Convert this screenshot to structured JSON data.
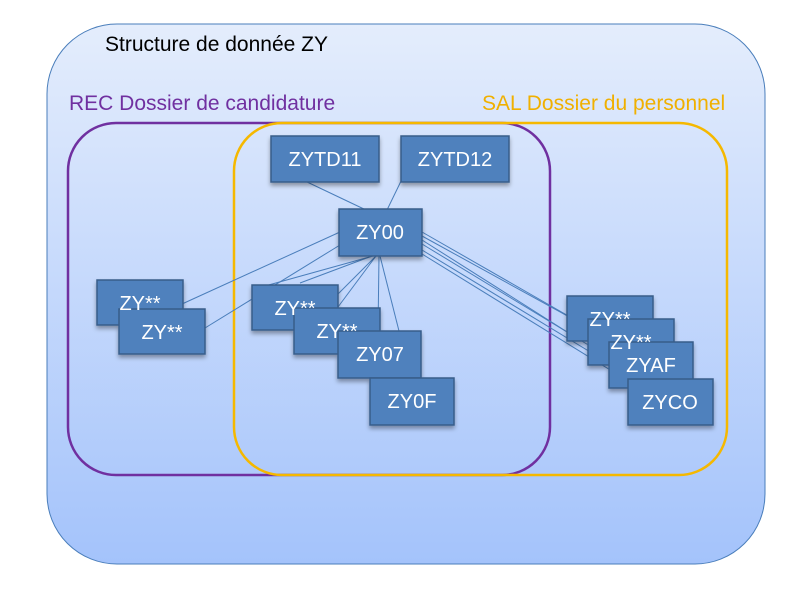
{
  "diagram": {
    "title": "Structure de donnée ZY",
    "groups": {
      "rec": {
        "label": "REC Dossier de candidature",
        "color": "#7030a0"
      },
      "sal": {
        "label": "SAL Dossier du personnel",
        "color": "#f5b800"
      }
    },
    "boxes": {
      "zytd11": "ZYTD11",
      "zytd12": "ZYTD12",
      "zy00": "ZY00",
      "rec_zy_a": "ZY**",
      "rec_zy_b": "ZY**",
      "mid_zy_a": "ZY**",
      "mid_zy_b": "ZY**",
      "zy07": "ZY07",
      "zy0f": "ZY0F",
      "right_zy_a": "ZY**",
      "right_zy_b": "ZY**",
      "zyaf": "ZYAF",
      "zyco": "ZYCO"
    },
    "colors": {
      "box_fill": "#4f81bd",
      "box_stroke": "#385d8a",
      "connector": "#4a7ebb",
      "background_top": "#e2ecfb",
      "background_bottom": "#a7c6fb",
      "background_stroke": "#4a7ebb"
    }
  }
}
